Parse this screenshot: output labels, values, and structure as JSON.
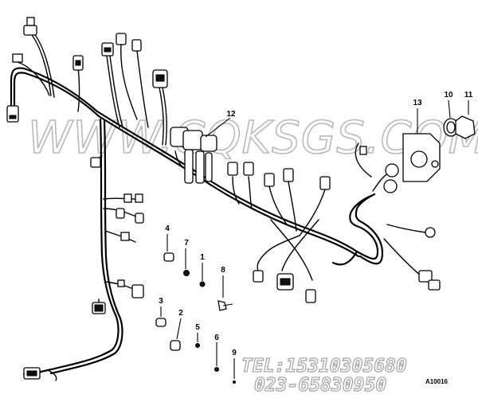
{
  "watermark": "WWW.CQKSGS.COM",
  "contact": {
    "tel": "TEL:15310305680",
    "alt": "023-65830950"
  },
  "figure_code": "A10016",
  "callouts": {
    "c1": "1",
    "c2": "2",
    "c3": "3",
    "c4": "4",
    "c5": "5",
    "c6": "6",
    "c7": "7",
    "c8": "8",
    "c9": "9",
    "c10": "10",
    "c11": "11",
    "c12": "12",
    "c13": "13"
  }
}
